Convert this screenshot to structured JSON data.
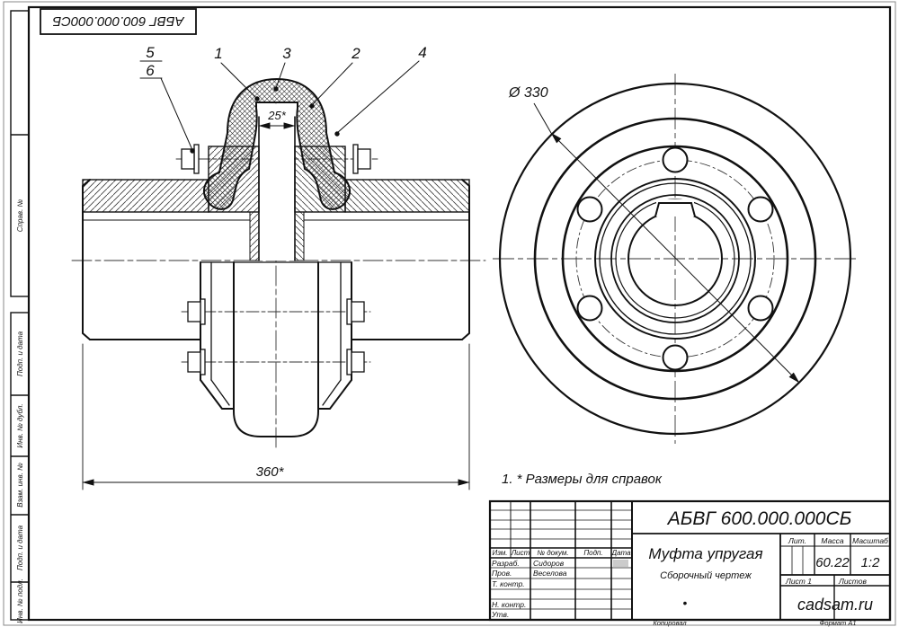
{
  "stamp": {
    "doc_number_top": "АБВГ 600.000.000СБ"
  },
  "margin": {
    "sprav": "Справ. №",
    "podp_data_1": "Подп. и дата",
    "inv_dubl": "Инв. № дубл.",
    "vzam_inv": "Взам. инв. №",
    "podp_data_2": "Подп. и дата",
    "inv_podl": "Инв. № подл."
  },
  "note": "1. * Размеры для справок",
  "dims": {
    "width": "360*",
    "gap": "25*",
    "diameter": "Ø 330"
  },
  "callouts": {
    "c1": "1",
    "c2": "2",
    "c3": "3",
    "c4": "4",
    "c5": "5",
    "c6": "6"
  },
  "title_block": {
    "doc_number": "АБВГ 600.000.000СБ",
    "title": "Муфта упругая",
    "subtitle": "Сборочный чертеж",
    "site": "cadsam.ru",
    "center_mark": "•",
    "headers": {
      "izm": "Изм.",
      "list": "Лист",
      "doc": "№ докум.",
      "podp": "Подп.",
      "data": "Дата"
    },
    "rows": [
      {
        "label": "Разраб.",
        "value": "Сидоров"
      },
      {
        "label": "Пров.",
        "value": "Веселова"
      },
      {
        "label": "Т. контр.",
        "value": ""
      },
      {
        "label": "Н. контр.",
        "value": ""
      },
      {
        "label": "Утв.",
        "value": ""
      }
    ],
    "lit_label": "Лит.",
    "mass_label": "Масса",
    "scale_label": "Масштаб",
    "mass": "60.22",
    "scale": "1:2",
    "sheet_label": "Лист 1",
    "sheets_label": "Листов"
  },
  "footer": {
    "copy": "Копировал",
    "format": "Формат A1"
  }
}
